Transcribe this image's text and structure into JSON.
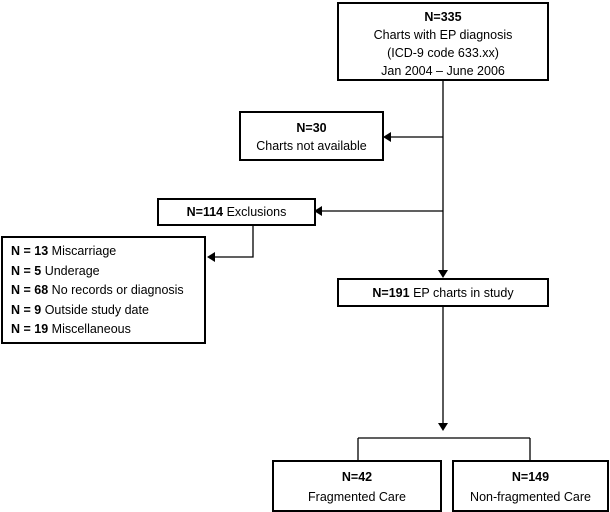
{
  "top_box": {
    "n": "N=335",
    "line1": "Charts with EP diagnosis",
    "line2": "(ICD-9 code 633.xx)",
    "line3": "Jan 2004 – June 2006"
  },
  "unavailable_box": {
    "n": "N=30",
    "label": "Charts not available"
  },
  "exclusions_box": {
    "n": "N=114",
    "label": " Exclusions"
  },
  "exclusion_reasons": [
    {
      "n": "N = 13",
      "label": " Miscarriage"
    },
    {
      "n": "N = 5",
      "label": " Underage"
    },
    {
      "n": "N = 68",
      "label": " No records or diagnosis"
    },
    {
      "n": "N = 9",
      "label": " Outside study date"
    },
    {
      "n": "N = 19",
      "label": " Miscellaneous"
    }
  ],
  "study_box": {
    "n": "N=191",
    "label": " EP charts in study"
  },
  "fragmented_box": {
    "n": "N=42",
    "label": "Fragmented Care"
  },
  "nonfragmented_box": {
    "n": "N=149",
    "label": "Non-fragmented Care"
  }
}
